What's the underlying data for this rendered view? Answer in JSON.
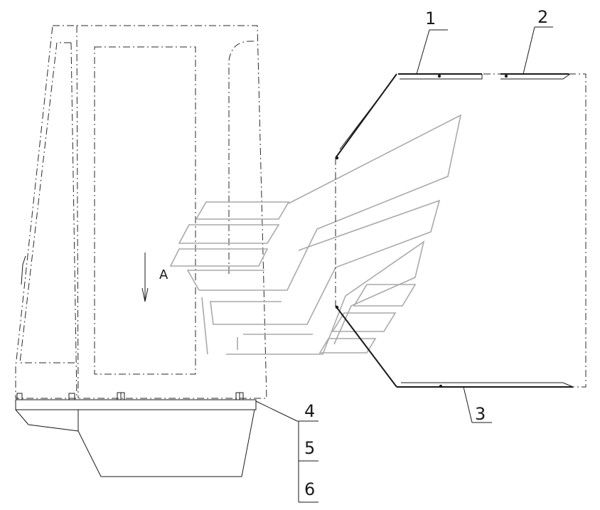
{
  "labels": {
    "callout_1": "1",
    "callout_2": "2",
    "callout_3": "3",
    "callout_4": "4",
    "callout_5": "5",
    "callout_6": "6",
    "view_arrow": "A"
  },
  "colors": {
    "line": "#1a1a1a",
    "watermark": "#a9a9a9",
    "background": "#ffffff"
  }
}
